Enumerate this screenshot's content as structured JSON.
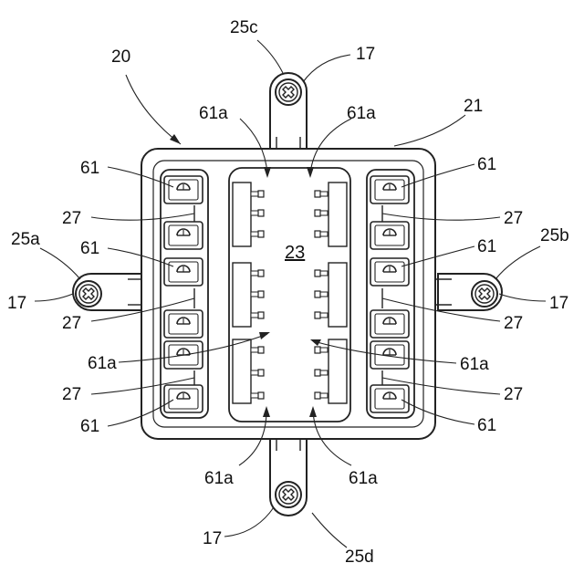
{
  "labels": {
    "assembly": "20",
    "housing": "21",
    "center": "23",
    "tab_tl": "25a",
    "tab_tr": "25b",
    "tab_top": "25c",
    "tab_bottom": "25d",
    "screw": "17",
    "fuse_holder": "61",
    "terminal": "61a",
    "separator": "27"
  }
}
